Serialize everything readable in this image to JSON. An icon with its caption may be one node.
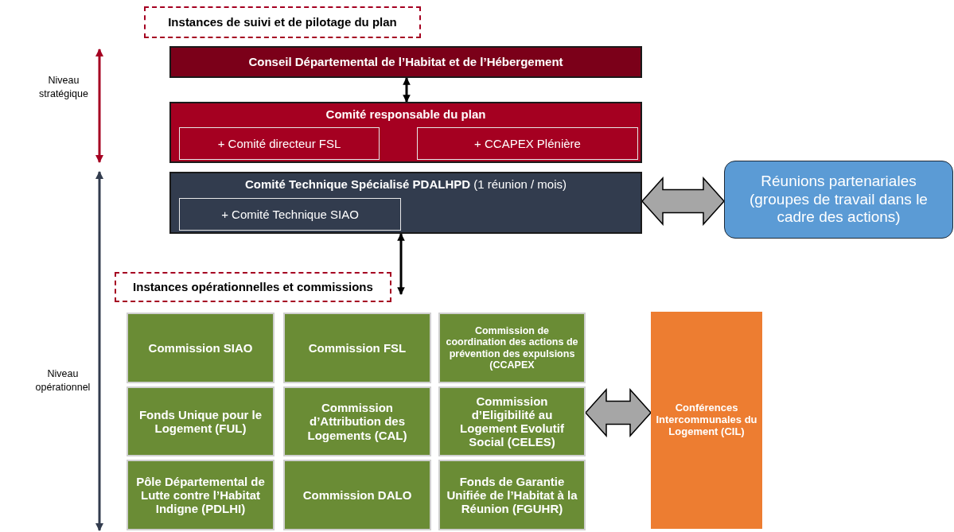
{
  "diagram": {
    "nodes": [
      {
        "text": [
          "Instances de suivi et de pilotage du plan"
        ]
      },
      {
        "text": [
          "Conseil Départemental de l’Habitat et de l’Hébergement"
        ]
      },
      {
        "text": [
          "Comité responsable du plan"
        ]
      },
      {
        "text": [
          "+ Comité directeur FSL"
        ],
        "in": 2
      },
      {
        "text": [
          "+ CCAPEX Plénière"
        ],
        "in": 2
      },
      {
        "text": [
          "**Comité Technique Spécialisé PDALHPD** (1 réunion / mois)"
        ]
      },
      {
        "text": [
          "+ Comité Technique SIAO"
        ],
        "in": 5
      },
      {
        "text": [
          "Réunions partenariales (groupes de travail dans le cadre des actions)"
        ]
      },
      {
        "text": [
          "Instances opérationnelles et commissions"
        ]
      },
      {
        "text": [
          "Commission SIAO"
        ]
      },
      {
        "text": [
          "Commission FSL"
        ]
      },
      {
        "text": [
          "Commission de coordination des actions de prévention des expulsions (CCAPEX"
        ]
      },
      {
        "text": [
          "Fonds Unique pour le Logement (FUL)"
        ]
      },
      {
        "text": [
          "Commission d’Attribution des Logements (CAL)"
        ]
      },
      {
        "text": [
          "Commission d’Eligibilité au Logement Evolutif Social (CELES)"
        ]
      },
      {
        "text": [
          "Pôle Départemental de Lutte contre l’Habitat Indigne (PDLHI)"
        ]
      },
      {
        "text": [
          "Commission DALO"
        ]
      },
      {
        "text": [
          "Fonds de Garantie Unifiée de l’Habitat à la Réunion (FGUHR)"
        ]
      },
      {
        "text": [
          "Conférences Intercommunales du Logement (CIL)"
        ]
      }
    ],
    "edges": [
      {
        "from": 1,
        "to": 2,
        "arrow": "both"
      },
      {
        "from": 5,
        "to": 7,
        "arrow": "both",
        "style": "thick",
        "color": "#a6a6a6"
      },
      {
        "from": 5,
        "to": 8,
        "arrow": "both"
      },
      {
        "from": 14,
        "to": 18,
        "arrow": "both",
        "style": "thick",
        "color": "#a6a6a6"
      }
    ],
    "labels": [
      "Niveau stratégique",
      "Niveau opérationnel"
    ]
  }
}
